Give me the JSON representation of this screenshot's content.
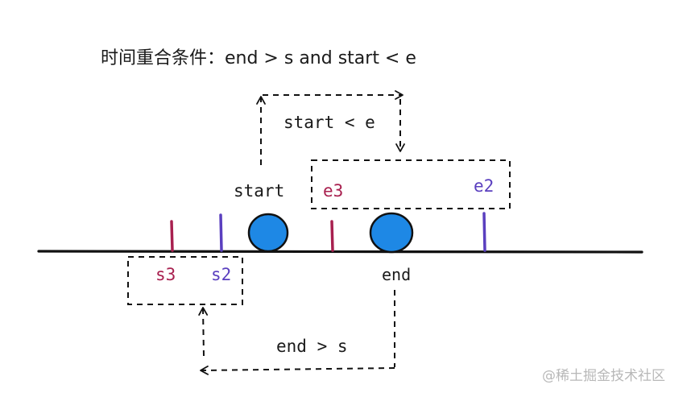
{
  "title": "时间重合条件：end > s and start < e",
  "labels": {
    "start": "start",
    "end": "end",
    "start_lt_e": "start < e",
    "end_gt_s": "end > s",
    "s3": "s3",
    "s2": "s2",
    "e3": "e3",
    "e2": "e2"
  },
  "watermark": "@稀土掘金技术社区",
  "colors": {
    "line": "#111111",
    "interval3": "#a8204f",
    "interval2": "#5a3fbf",
    "circle_fill": "#1e88e5",
    "circle_stroke": "#111111",
    "dash": "#111111"
  },
  "icons": {
    "start_marker": "blue-circle",
    "end_marker": "blue-circle"
  }
}
